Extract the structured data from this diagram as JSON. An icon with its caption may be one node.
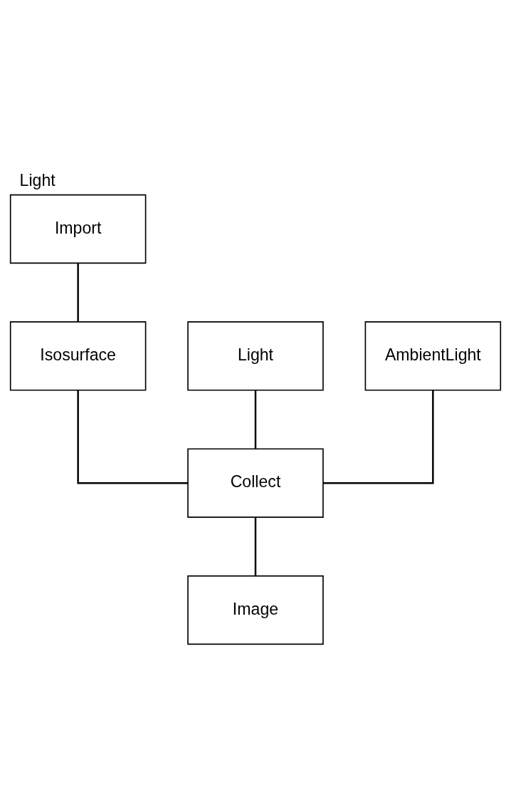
{
  "diagram": {
    "title": "Light",
    "nodes": [
      {
        "text": [
          "Import"
        ]
      },
      {
        "text": [
          "Isosurface"
        ]
      },
      {
        "text": [
          "Light"
        ]
      },
      {
        "text": [
          "AmbientLight"
        ]
      },
      {
        "text": [
          "Collect"
        ]
      },
      {
        "text": [
          "Image"
        ]
      }
    ],
    "edges": [
      {
        "from": 0,
        "to": 1,
        "arrow": "none"
      },
      {
        "from": 1,
        "to": 4,
        "arrow": "none"
      },
      {
        "from": 2,
        "to": 4,
        "arrow": "none"
      },
      {
        "from": 3,
        "to": 4,
        "arrow": "none"
      },
      {
        "from": 4,
        "to": 5,
        "arrow": "none"
      }
    ]
  }
}
